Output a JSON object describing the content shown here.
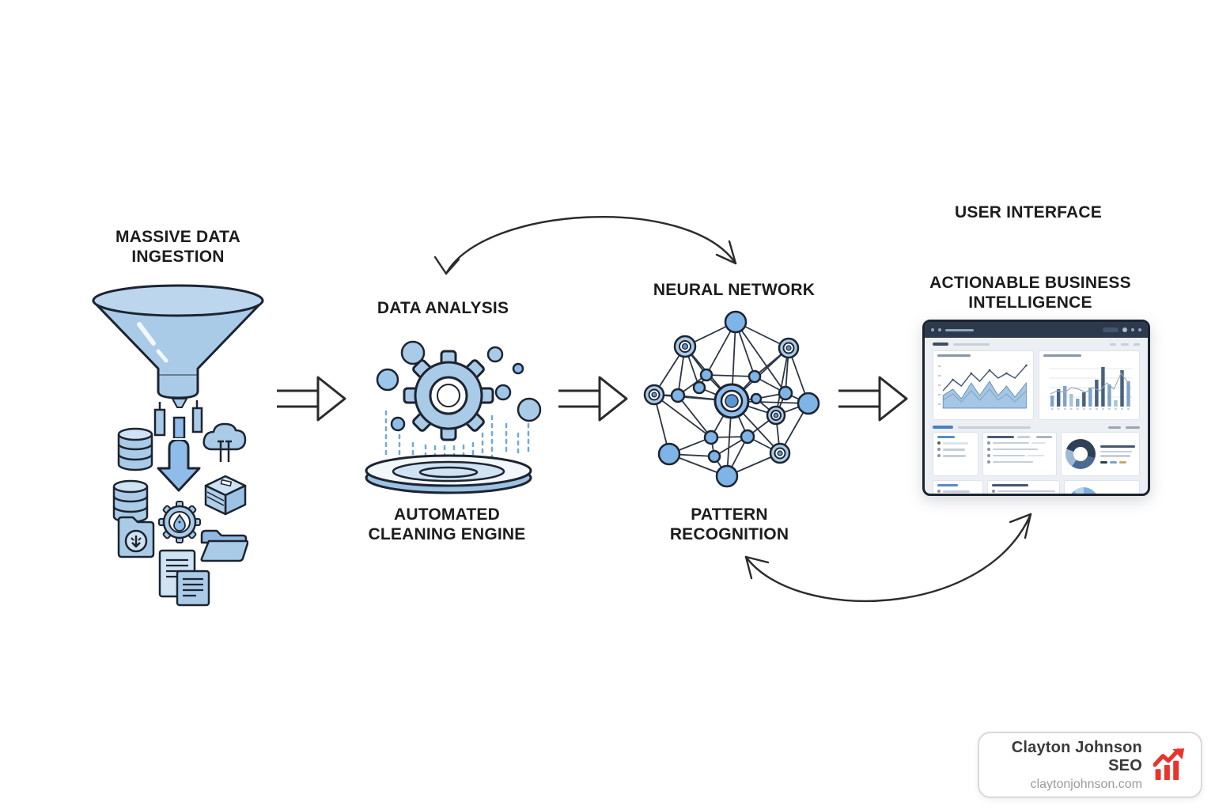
{
  "labels": {
    "ingestion_line1": "MASSIVE DATA",
    "ingestion_line2": "INGESTION",
    "analysis_title": "DATA ANALYSIS",
    "analysis_sub1": "AUTOMATED",
    "analysis_sub2": "CLEANING ENGINE",
    "network_title": "NEURAL NETWORK",
    "network_sub1": "PATTERN",
    "network_sub2": "RECOGNITION",
    "ui_title": "USER INTERFACE",
    "ui_sub1": "ACTIONABLE BUSINESS",
    "ui_sub2": "INTELLIGENCE"
  },
  "badge": {
    "title": "Clayton Johnson SEO",
    "domain": "claytonjohnson.com"
  },
  "colors": {
    "icon_fill": "#a9cbe7",
    "icon_fill_dark": "#7fb4e6",
    "outline": "#1d2430",
    "arrow": "#2b2b2b",
    "dashboard_navy": "#2d3a4e",
    "badge_red": "#e8342e",
    "text": "#1c1c1c"
  },
  "icons": {
    "ingestion": [
      "funnel-icon",
      "columns-icon",
      "database-icon",
      "cloud-upload-icon",
      "download-arrow-icon",
      "database-icon",
      "package-icon",
      "gear-droplet-icon",
      "file-download-icon",
      "folder-icon",
      "documents-icon"
    ],
    "analysis": [
      "gear-icon",
      "platter-icon",
      "bubbles-icon"
    ],
    "network": [
      "network-graph-icon"
    ],
    "interface": [
      "dashboard-mock"
    ],
    "badge": "growth-chart-icon"
  }
}
